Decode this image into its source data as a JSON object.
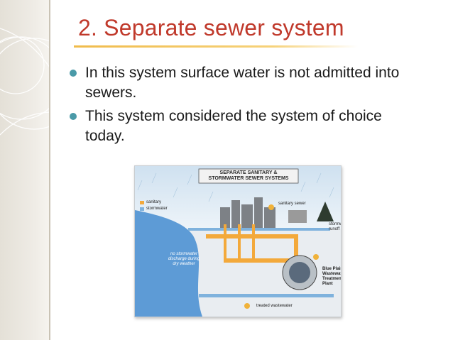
{
  "slide": {
    "title": "2. Separate sewer system",
    "bullets": [
      "In this system surface water is not admitted into sewers.",
      " This system considered the system of choice today."
    ]
  },
  "diagram": {
    "heading": "SEPARATE SANITARY &\nSTORMWATER SEWER SYSTEMS",
    "legend": {
      "sanitary": "sanitary",
      "stormwater": "stormwater"
    },
    "labels": {
      "sanitary_sewer": "sanitary sewer",
      "stormwater_runoff": "stormwater\nrunoff",
      "river_note": "no stormwater\ndischarge during\ndry weather",
      "plant": "Blue Plains\nWastewater\nTreatment Plant",
      "treated": "treated wastewater"
    }
  },
  "colors": {
    "title": "#c0392b",
    "bullet_mark": "#4a9aa8",
    "underline": "#f0bb4b",
    "sanitary_pipe": "#f3a93b",
    "storm_pipe": "#7fb2dd",
    "river": "#5d9bd6"
  }
}
